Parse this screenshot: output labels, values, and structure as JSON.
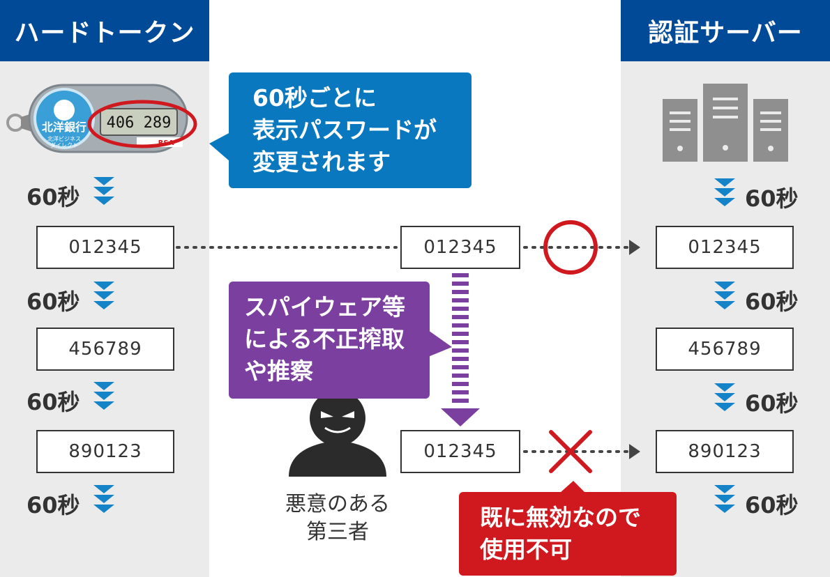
{
  "headers": {
    "left": "ハードトークン",
    "right": "認証サーバー"
  },
  "token_display": {
    "brand": "北洋銀行",
    "sub1": "北洋ビジネス",
    "sub2": "ダイレクト",
    "digits": "406 289",
    "maker": "RSA"
  },
  "interval_label": "60秒",
  "token_codes": [
    "012345",
    "456789",
    "890123"
  ],
  "server_codes": [
    "012345",
    "456789",
    "890123"
  ],
  "attacker_codes": [
    "012345",
    "012345"
  ],
  "callout_top": {
    "lines": [
      "60秒ごとに",
      "表示パスワードが",
      "変更されます"
    ]
  },
  "callout_spy": {
    "lines": [
      "スパイウェア等",
      "による不正搾取",
      "や推察"
    ]
  },
  "callout_invalid": {
    "lines": [
      "既に無効なので",
      "使用不可"
    ]
  },
  "attacker_caption": {
    "lines": [
      "悪意のある",
      "第三者"
    ]
  },
  "colors": {
    "header": "#004a98",
    "callout_blue": "#0a78be",
    "callout_purple": "#7b3fa0",
    "callout_red": "#d0191f",
    "arrow_blue": "#1483c8",
    "alert_red": "#d0191f"
  }
}
